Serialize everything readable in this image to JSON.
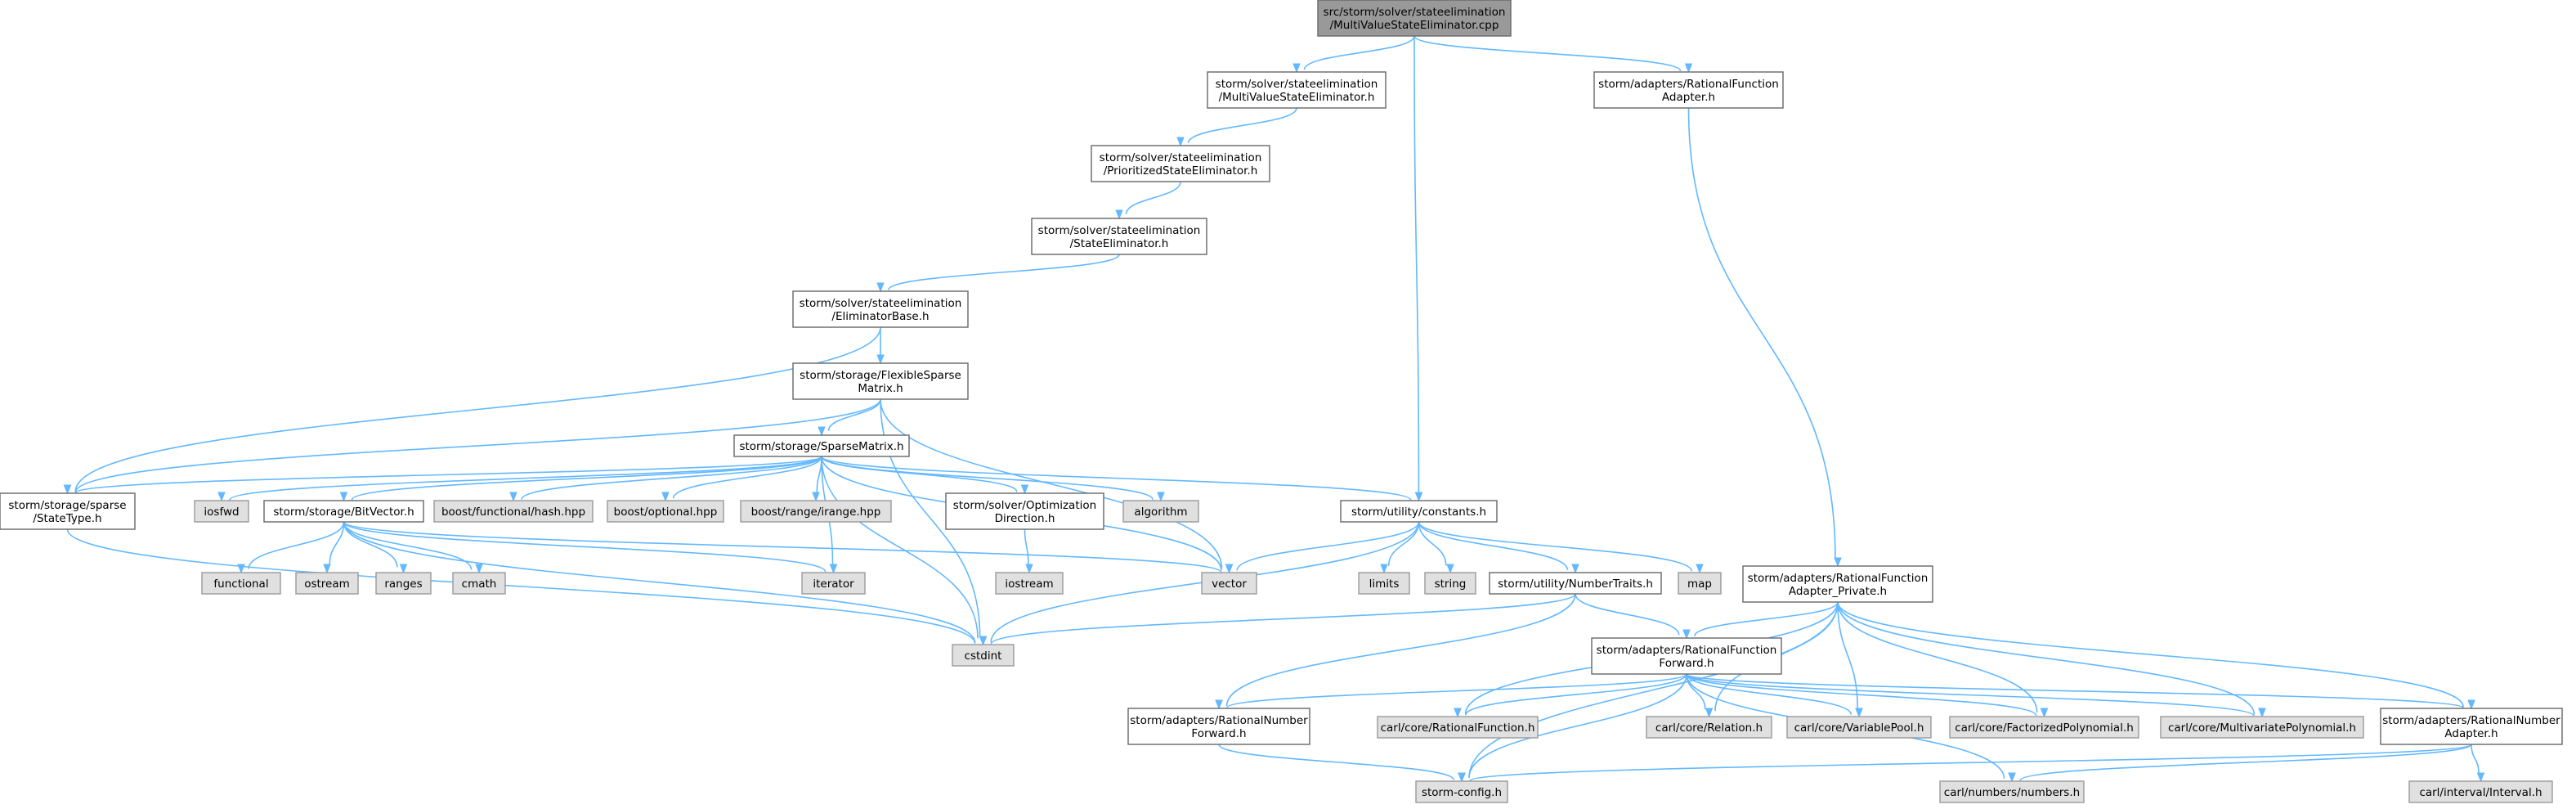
{
  "colors": {
    "root_fill": "#999999",
    "root_stroke": "#666666",
    "node_fill": "#ffffff",
    "node_stroke": "#666666",
    "leaf_fill": "#e0e0e0",
    "leaf_stroke": "#999999",
    "edge": "#63b8ff"
  },
  "nodes": [
    {
      "id": "root",
      "kind": "root",
      "lines": [
        "src/storm/solver/stateelimination",
        "/MultiValueStateEliminator.cpp"
      ]
    },
    {
      "id": "mvse_h",
      "kind": "file",
      "lines": [
        "storm/solver/stateelimination",
        "/MultiValueStateEliminator.h"
      ]
    },
    {
      "id": "pse_h",
      "kind": "file",
      "lines": [
        "storm/solver/stateelimination",
        "/PrioritizedStateEliminator.h"
      ]
    },
    {
      "id": "se_h",
      "kind": "file",
      "lines": [
        "storm/solver/stateelimination",
        "/StateEliminator.h"
      ]
    },
    {
      "id": "eb_h",
      "kind": "file",
      "lines": [
        "storm/solver/stateelimination",
        "/EliminatorBase.h"
      ]
    },
    {
      "id": "fsm_h",
      "kind": "file",
      "lines": [
        "storm/storage/FlexibleSparse",
        "Matrix.h"
      ]
    },
    {
      "id": "sm_h",
      "kind": "file",
      "lines": [
        "storm/storage/SparseMatrix.h"
      ]
    },
    {
      "id": "st_h",
      "kind": "file",
      "lines": [
        "storm/storage/sparse",
        "/StateType.h"
      ]
    },
    {
      "id": "iosfwd",
      "kind": "system",
      "lines": [
        "iosfwd"
      ]
    },
    {
      "id": "bv_h",
      "kind": "file",
      "lines": [
        "storm/storage/BitVector.h"
      ]
    },
    {
      "id": "hash",
      "kind": "system",
      "lines": [
        "boost/functional/hash.hpp"
      ]
    },
    {
      "id": "optional",
      "kind": "system",
      "lines": [
        "boost/optional.hpp"
      ]
    },
    {
      "id": "irange",
      "kind": "system",
      "lines": [
        "boost/range/irange.hpp"
      ]
    },
    {
      "id": "od_h",
      "kind": "file",
      "lines": [
        "storm/solver/Optimization",
        "Direction.h"
      ]
    },
    {
      "id": "algorithm",
      "kind": "system",
      "lines": [
        "algorithm"
      ]
    },
    {
      "id": "const_h",
      "kind": "file",
      "lines": [
        "storm/utility/constants.h"
      ]
    },
    {
      "id": "functional",
      "kind": "system",
      "lines": [
        "functional"
      ]
    },
    {
      "id": "ostream",
      "kind": "system",
      "lines": [
        "ostream"
      ]
    },
    {
      "id": "ranges",
      "kind": "system",
      "lines": [
        "ranges"
      ]
    },
    {
      "id": "cmath",
      "kind": "system",
      "lines": [
        "cmath"
      ]
    },
    {
      "id": "iterator",
      "kind": "system",
      "lines": [
        "iterator"
      ]
    },
    {
      "id": "iostream",
      "kind": "system",
      "lines": [
        "iostream"
      ]
    },
    {
      "id": "vector",
      "kind": "system",
      "lines": [
        "vector"
      ]
    },
    {
      "id": "limits",
      "kind": "system",
      "lines": [
        "limits"
      ]
    },
    {
      "id": "string",
      "kind": "system",
      "lines": [
        "string"
      ]
    },
    {
      "id": "nt_h",
      "kind": "file",
      "lines": [
        "storm/utility/NumberTraits.h"
      ]
    },
    {
      "id": "map",
      "kind": "system",
      "lines": [
        "map"
      ]
    },
    {
      "id": "cstdint",
      "kind": "system",
      "lines": [
        "cstdint"
      ]
    },
    {
      "id": "rfa_h",
      "kind": "file",
      "lines": [
        "storm/adapters/RationalFunction",
        "Adapter.h"
      ]
    },
    {
      "id": "rfap_h",
      "kind": "file",
      "lines": [
        "storm/adapters/RationalFunction",
        "Adapter_Private.h"
      ]
    },
    {
      "id": "rff_h",
      "kind": "file",
      "lines": [
        "storm/adapters/RationalFunction",
        "Forward.h"
      ]
    },
    {
      "id": "rnf_h",
      "kind": "file",
      "lines": [
        "storm/adapters/RationalNumber",
        "Forward.h"
      ]
    },
    {
      "id": "carl_rf",
      "kind": "system",
      "lines": [
        "carl/core/RationalFunction.h"
      ]
    },
    {
      "id": "carl_rel",
      "kind": "system",
      "lines": [
        "carl/core/Relation.h"
      ]
    },
    {
      "id": "carl_vp",
      "kind": "system",
      "lines": [
        "carl/core/VariablePool.h"
      ]
    },
    {
      "id": "carl_fp",
      "kind": "system",
      "lines": [
        "carl/core/FactorizedPolynomial.h"
      ]
    },
    {
      "id": "carl_mp",
      "kind": "system",
      "lines": [
        "carl/core/MultivariatePolynomial.h"
      ]
    },
    {
      "id": "rna_h",
      "kind": "file",
      "lines": [
        "storm/adapters/RationalNumber",
        "Adapter.h"
      ]
    },
    {
      "id": "config",
      "kind": "system",
      "lines": [
        "storm-config.h"
      ]
    },
    {
      "id": "numbers",
      "kind": "system",
      "lines": [
        "carl/numbers/numbers.h"
      ]
    },
    {
      "id": "interval",
      "kind": "system",
      "lines": [
        "carl/interval/Interval.h"
      ]
    }
  ],
  "edges": [
    [
      "root",
      "mvse_h"
    ],
    [
      "root",
      "const_h"
    ],
    [
      "root",
      "rfa_h"
    ],
    [
      "mvse_h",
      "pse_h"
    ],
    [
      "pse_h",
      "se_h"
    ],
    [
      "se_h",
      "eb_h"
    ],
    [
      "eb_h",
      "fsm_h"
    ],
    [
      "eb_h",
      "st_h"
    ],
    [
      "fsm_h",
      "sm_h"
    ],
    [
      "fsm_h",
      "st_h"
    ],
    [
      "fsm_h",
      "vector"
    ],
    [
      "fsm_h",
      "cstdint"
    ],
    [
      "sm_h",
      "st_h"
    ],
    [
      "sm_h",
      "iosfwd"
    ],
    [
      "sm_h",
      "bv_h"
    ],
    [
      "sm_h",
      "hash"
    ],
    [
      "sm_h",
      "optional"
    ],
    [
      "sm_h",
      "irange"
    ],
    [
      "sm_h",
      "od_h"
    ],
    [
      "sm_h",
      "algorithm"
    ],
    [
      "sm_h",
      "const_h"
    ],
    [
      "sm_h",
      "iterator"
    ],
    [
      "sm_h",
      "vector"
    ],
    [
      "sm_h",
      "cstdint"
    ],
    [
      "st_h",
      "cstdint"
    ],
    [
      "bv_h",
      "functional"
    ],
    [
      "bv_h",
      "ostream"
    ],
    [
      "bv_h",
      "ranges"
    ],
    [
      "bv_h",
      "cmath"
    ],
    [
      "bv_h",
      "iterator"
    ],
    [
      "bv_h",
      "vector"
    ],
    [
      "bv_h",
      "cstdint"
    ],
    [
      "od_h",
      "iostream"
    ],
    [
      "const_h",
      "vector"
    ],
    [
      "const_h",
      "limits"
    ],
    [
      "const_h",
      "string"
    ],
    [
      "const_h",
      "nt_h"
    ],
    [
      "const_h",
      "map"
    ],
    [
      "const_h",
      "cstdint"
    ],
    [
      "nt_h",
      "cstdint"
    ],
    [
      "nt_h",
      "rff_h"
    ],
    [
      "nt_h",
      "rnf_h"
    ],
    [
      "rfa_h",
      "rfap_h"
    ],
    [
      "rfap_h",
      "rff_h"
    ],
    [
      "rfap_h",
      "carl_rf"
    ],
    [
      "rfap_h",
      "carl_rel"
    ],
    [
      "rfap_h",
      "carl_vp"
    ],
    [
      "rfap_h",
      "carl_fp"
    ],
    [
      "rfap_h",
      "carl_mp"
    ],
    [
      "rfap_h",
      "rna_h"
    ],
    [
      "rfap_h",
      "config"
    ],
    [
      "rff_h",
      "rnf_h"
    ],
    [
      "rff_h",
      "carl_rf"
    ],
    [
      "rff_h",
      "carl_rel"
    ],
    [
      "rff_h",
      "carl_vp"
    ],
    [
      "rff_h",
      "carl_fp"
    ],
    [
      "rff_h",
      "carl_mp"
    ],
    [
      "rff_h",
      "rna_h"
    ],
    [
      "rff_h",
      "config"
    ],
    [
      "rff_h",
      "numbers"
    ],
    [
      "rnf_h",
      "config"
    ],
    [
      "rna_h",
      "config"
    ],
    [
      "rna_h",
      "numbers"
    ],
    [
      "rna_h",
      "interval"
    ]
  ]
}
